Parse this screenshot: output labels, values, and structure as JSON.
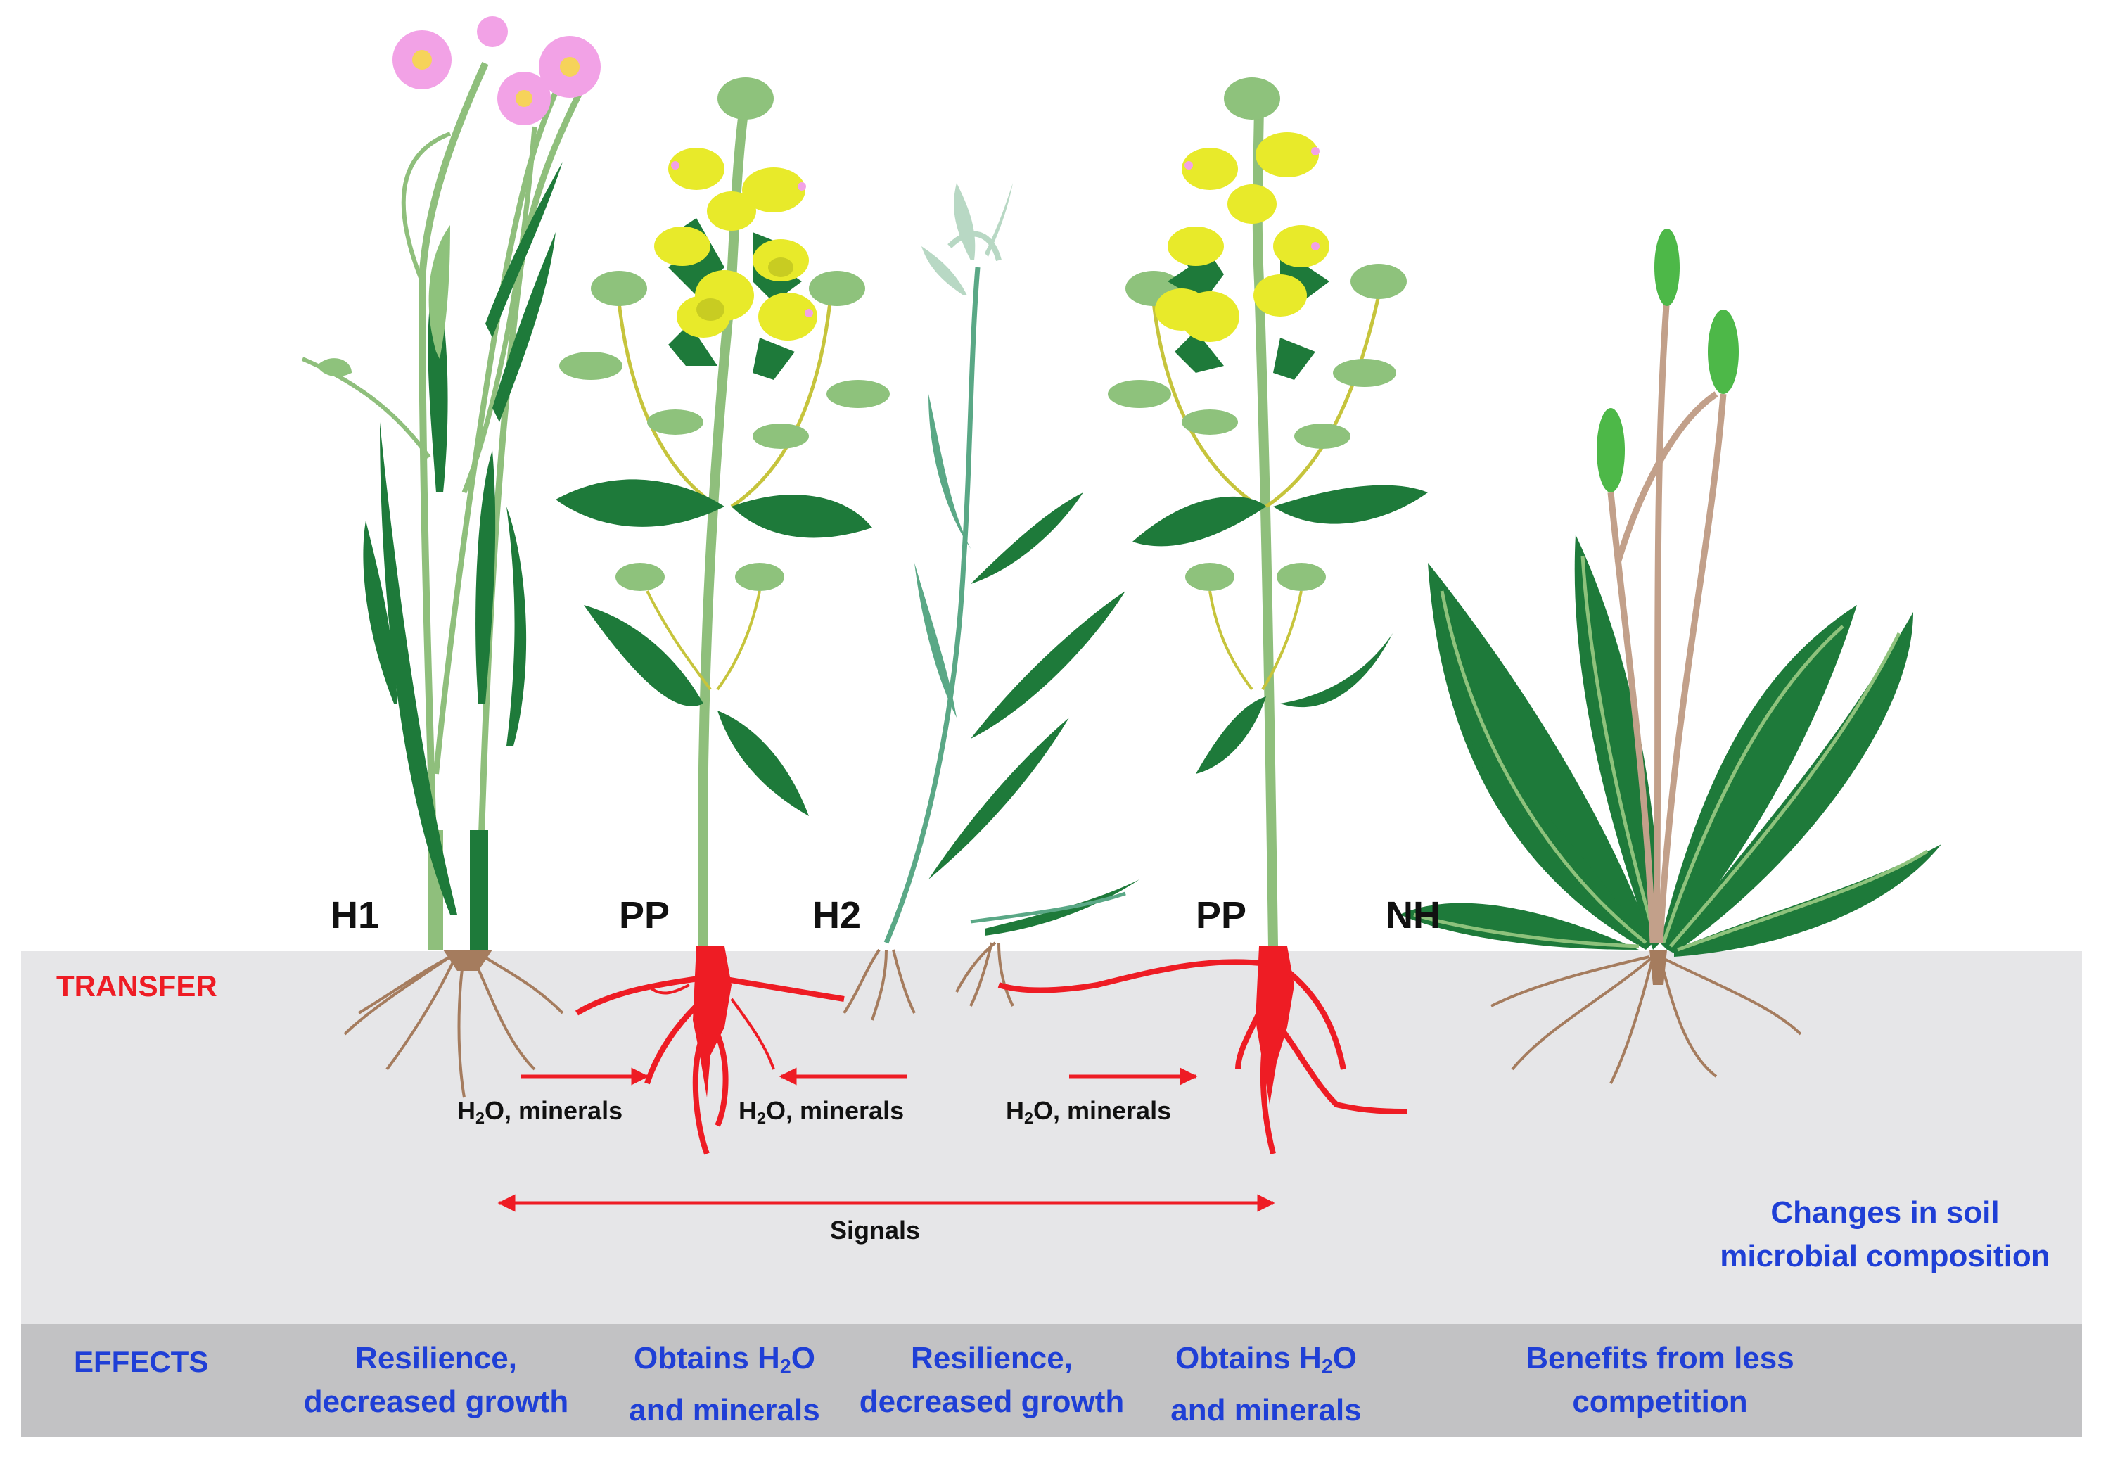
{
  "colors": {
    "soil": "#e6e6e8",
    "effects_band": "#c2c2c4",
    "transfer_red": "#ee1c24",
    "label_blue": "#1f3fd6",
    "host_root": "#a57c5e",
    "stem_green": "#8fbf7c",
    "leaf_dark": "#1e7a3a",
    "leaf_light": "#8ec27c",
    "flower_yellow": "#e8ea2a",
    "flower_pink": "#f2a2e6",
    "plantain_stalk": "#c2a08a",
    "plantain_spike": "#4db848"
  },
  "plants": {
    "h1": "H1",
    "pp1": "PP",
    "h2": "H2",
    "pp2": "PP",
    "nh": "NH"
  },
  "transfer": {
    "title": "TRANSFER"
  },
  "flows": {
    "f1": {
      "main": "H",
      "sub": "2",
      "rest": "O, minerals"
    },
    "f2": {
      "main": "H",
      "sub": "2",
      "rest": "O, minerals"
    },
    "f3": {
      "main": "H",
      "sub": "2",
      "rest": "O, minerals"
    },
    "signals": "Signals"
  },
  "soil_note": {
    "line1": "Changes in soil",
    "line2": "microbial composition"
  },
  "effects": {
    "title": "EFFECTS",
    "h1": {
      "line1": "Resilience,",
      "line2": "decreased growth"
    },
    "pp1": {
      "line1_pre": "Obtains H",
      "line1_sub": "2",
      "line1_post": "O",
      "line2": "and minerals"
    },
    "h2": {
      "line1": "Resilience,",
      "line2": "decreased growth"
    },
    "pp2": {
      "line1_pre": "Obtains H",
      "line1_sub": "2",
      "line1_post": "O",
      "line2": "and minerals"
    },
    "nh": {
      "line1": "Benefits from less",
      "line2": "competition"
    }
  }
}
